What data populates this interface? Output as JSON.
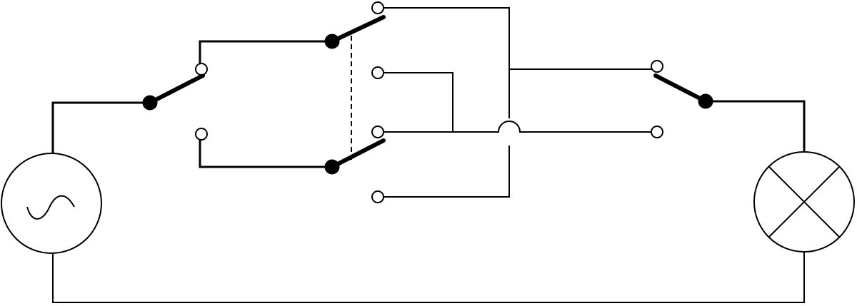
{
  "diagram": {
    "kind": "circuit-schematic",
    "colors": {
      "stroke": "#000000",
      "background": "#ffffff",
      "contact_fill": "#ffffff",
      "pivot_fill": "#000000"
    },
    "components": [
      {
        "id": "ac-source",
        "type": "ac-voltage-source",
        "symbol": "sine-wave"
      },
      {
        "id": "switch-1",
        "type": "spdt-switch",
        "state": "upper-contact"
      },
      {
        "id": "switch-2",
        "type": "dpdt-switch",
        "state": "upper-contacts",
        "ganged": true
      },
      {
        "id": "switch-3",
        "type": "spdt-switch",
        "state": "upper-contact"
      },
      {
        "id": "lamp",
        "type": "lamp",
        "symbol": "circle-with-cross"
      }
    ],
    "notes": {
      "wire_crossing": "hop-over",
      "switch_link": "dashed"
    }
  }
}
